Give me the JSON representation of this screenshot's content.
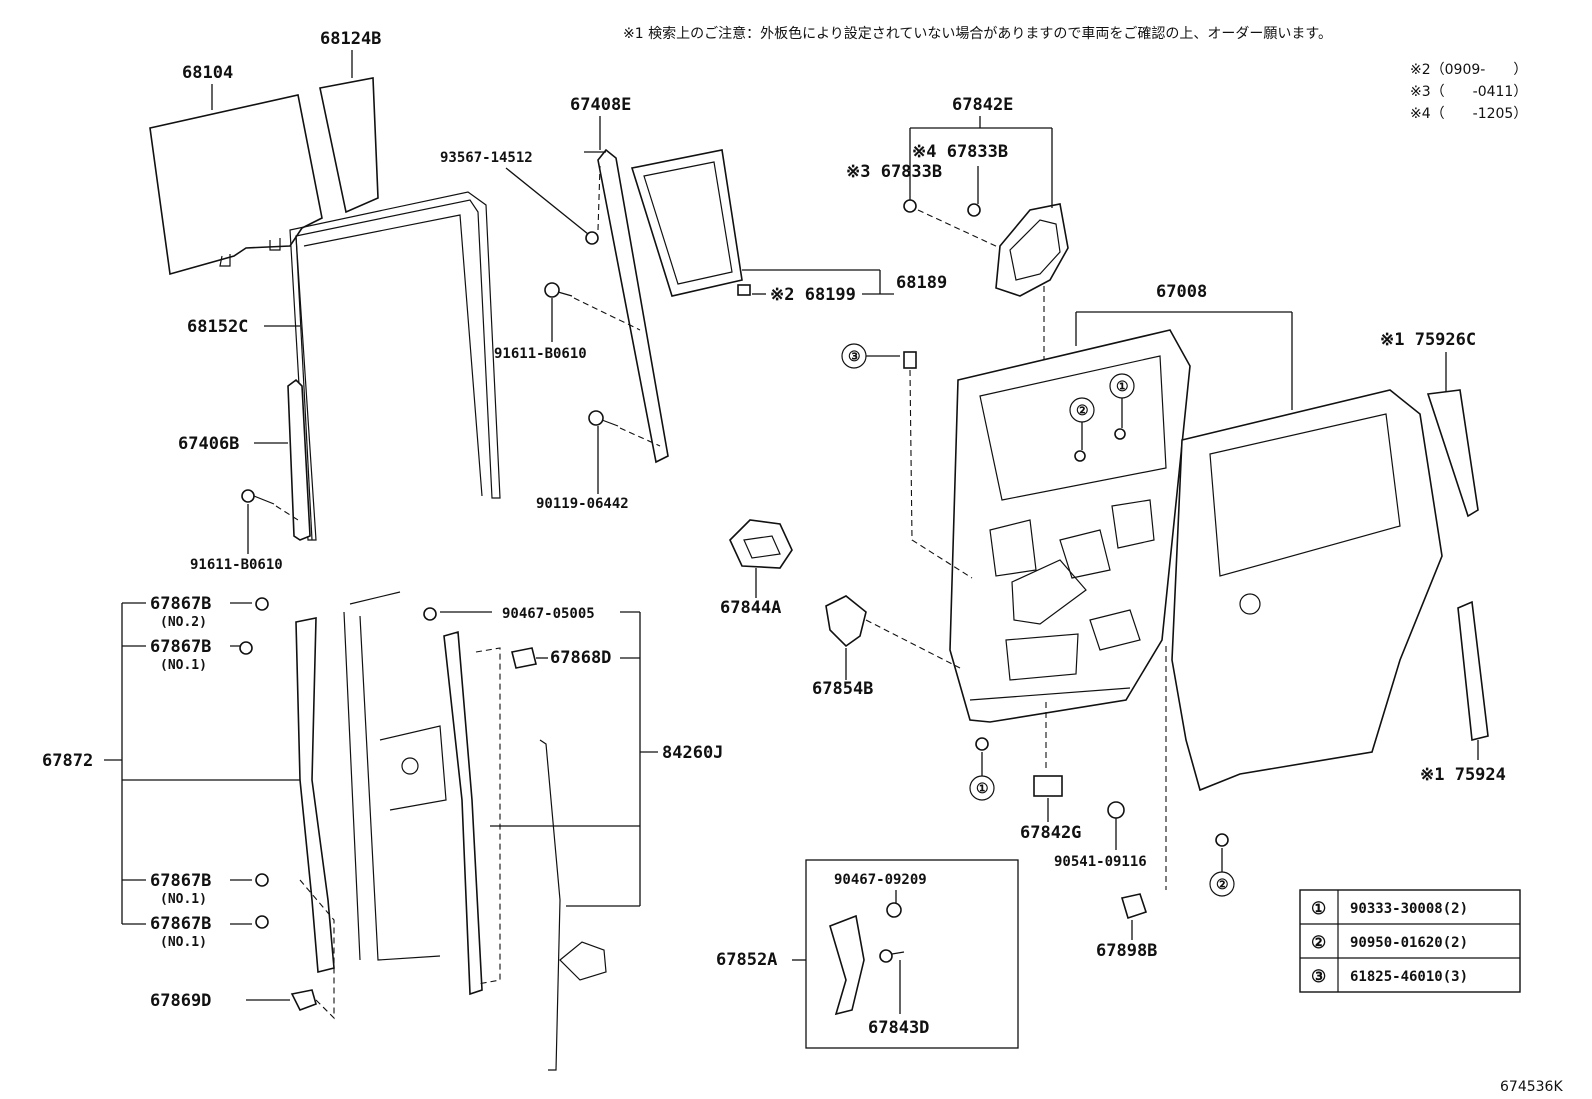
{
  "notes": {
    "n1": "※1 検索上のご注意：外板色により設定されていない場合がありますので車両をご確認の上、オーダー願います。",
    "n2": "※2（0909-　　）",
    "n3": "※3（　　-0411）",
    "n4": "※4（　　-1205）"
  },
  "parts": {
    "p68104": "68104",
    "p68124B": "68124B",
    "p67408E": "67408E",
    "p93567": "93567-14512",
    "p68152C": "68152C",
    "p68189": "68189",
    "p68199": "※2 68199",
    "p91611a": "91611-B0610",
    "p90119": "90119-06442",
    "p67406B": "67406B",
    "p91611b": "91611-B0610",
    "p67842E": "67842E",
    "p67833B4": "※4 67833B",
    "p67833B3": "※3 67833B",
    "p67008": "67008",
    "p75926C": "※1 75926C",
    "p67844A": "67844A",
    "p67854B": "67854B",
    "p75924": "※1 75924",
    "p67842G": "67842G",
    "p90541": "90541-09116",
    "p67898B": "67898B",
    "p67867B_no2": "67867B",
    "p67867B_no2_sub": "(NO.2)",
    "p67867B_no1a": "67867B",
    "p67867B_no1a_sub": "(NO.1)",
    "p67872": "67872",
    "p67867B_no1b": "67867B",
    "p67867B_no1b_sub": "(NO.1)",
    "p67867B_no1c": "67867B",
    "p67867B_no1c_sub": "(NO.1)",
    "p67869D": "67869D",
    "p90467_05005": "90467-05005",
    "p67868D": "67868D",
    "p84260J": "84260J",
    "p90467_09209": "90467-09209",
    "p67852A": "67852A",
    "p67843D": "67843D"
  },
  "callouts": {
    "c1": "①",
    "c2": "②",
    "c3": "③"
  },
  "legend": [
    {
      "mark": "①",
      "part": "90333-30008(2)"
    },
    {
      "mark": "②",
      "part": "90950-01620(2)"
    },
    {
      "mark": "③",
      "part": "61825-46010(3)"
    }
  ],
  "diagram_id": "674536K"
}
